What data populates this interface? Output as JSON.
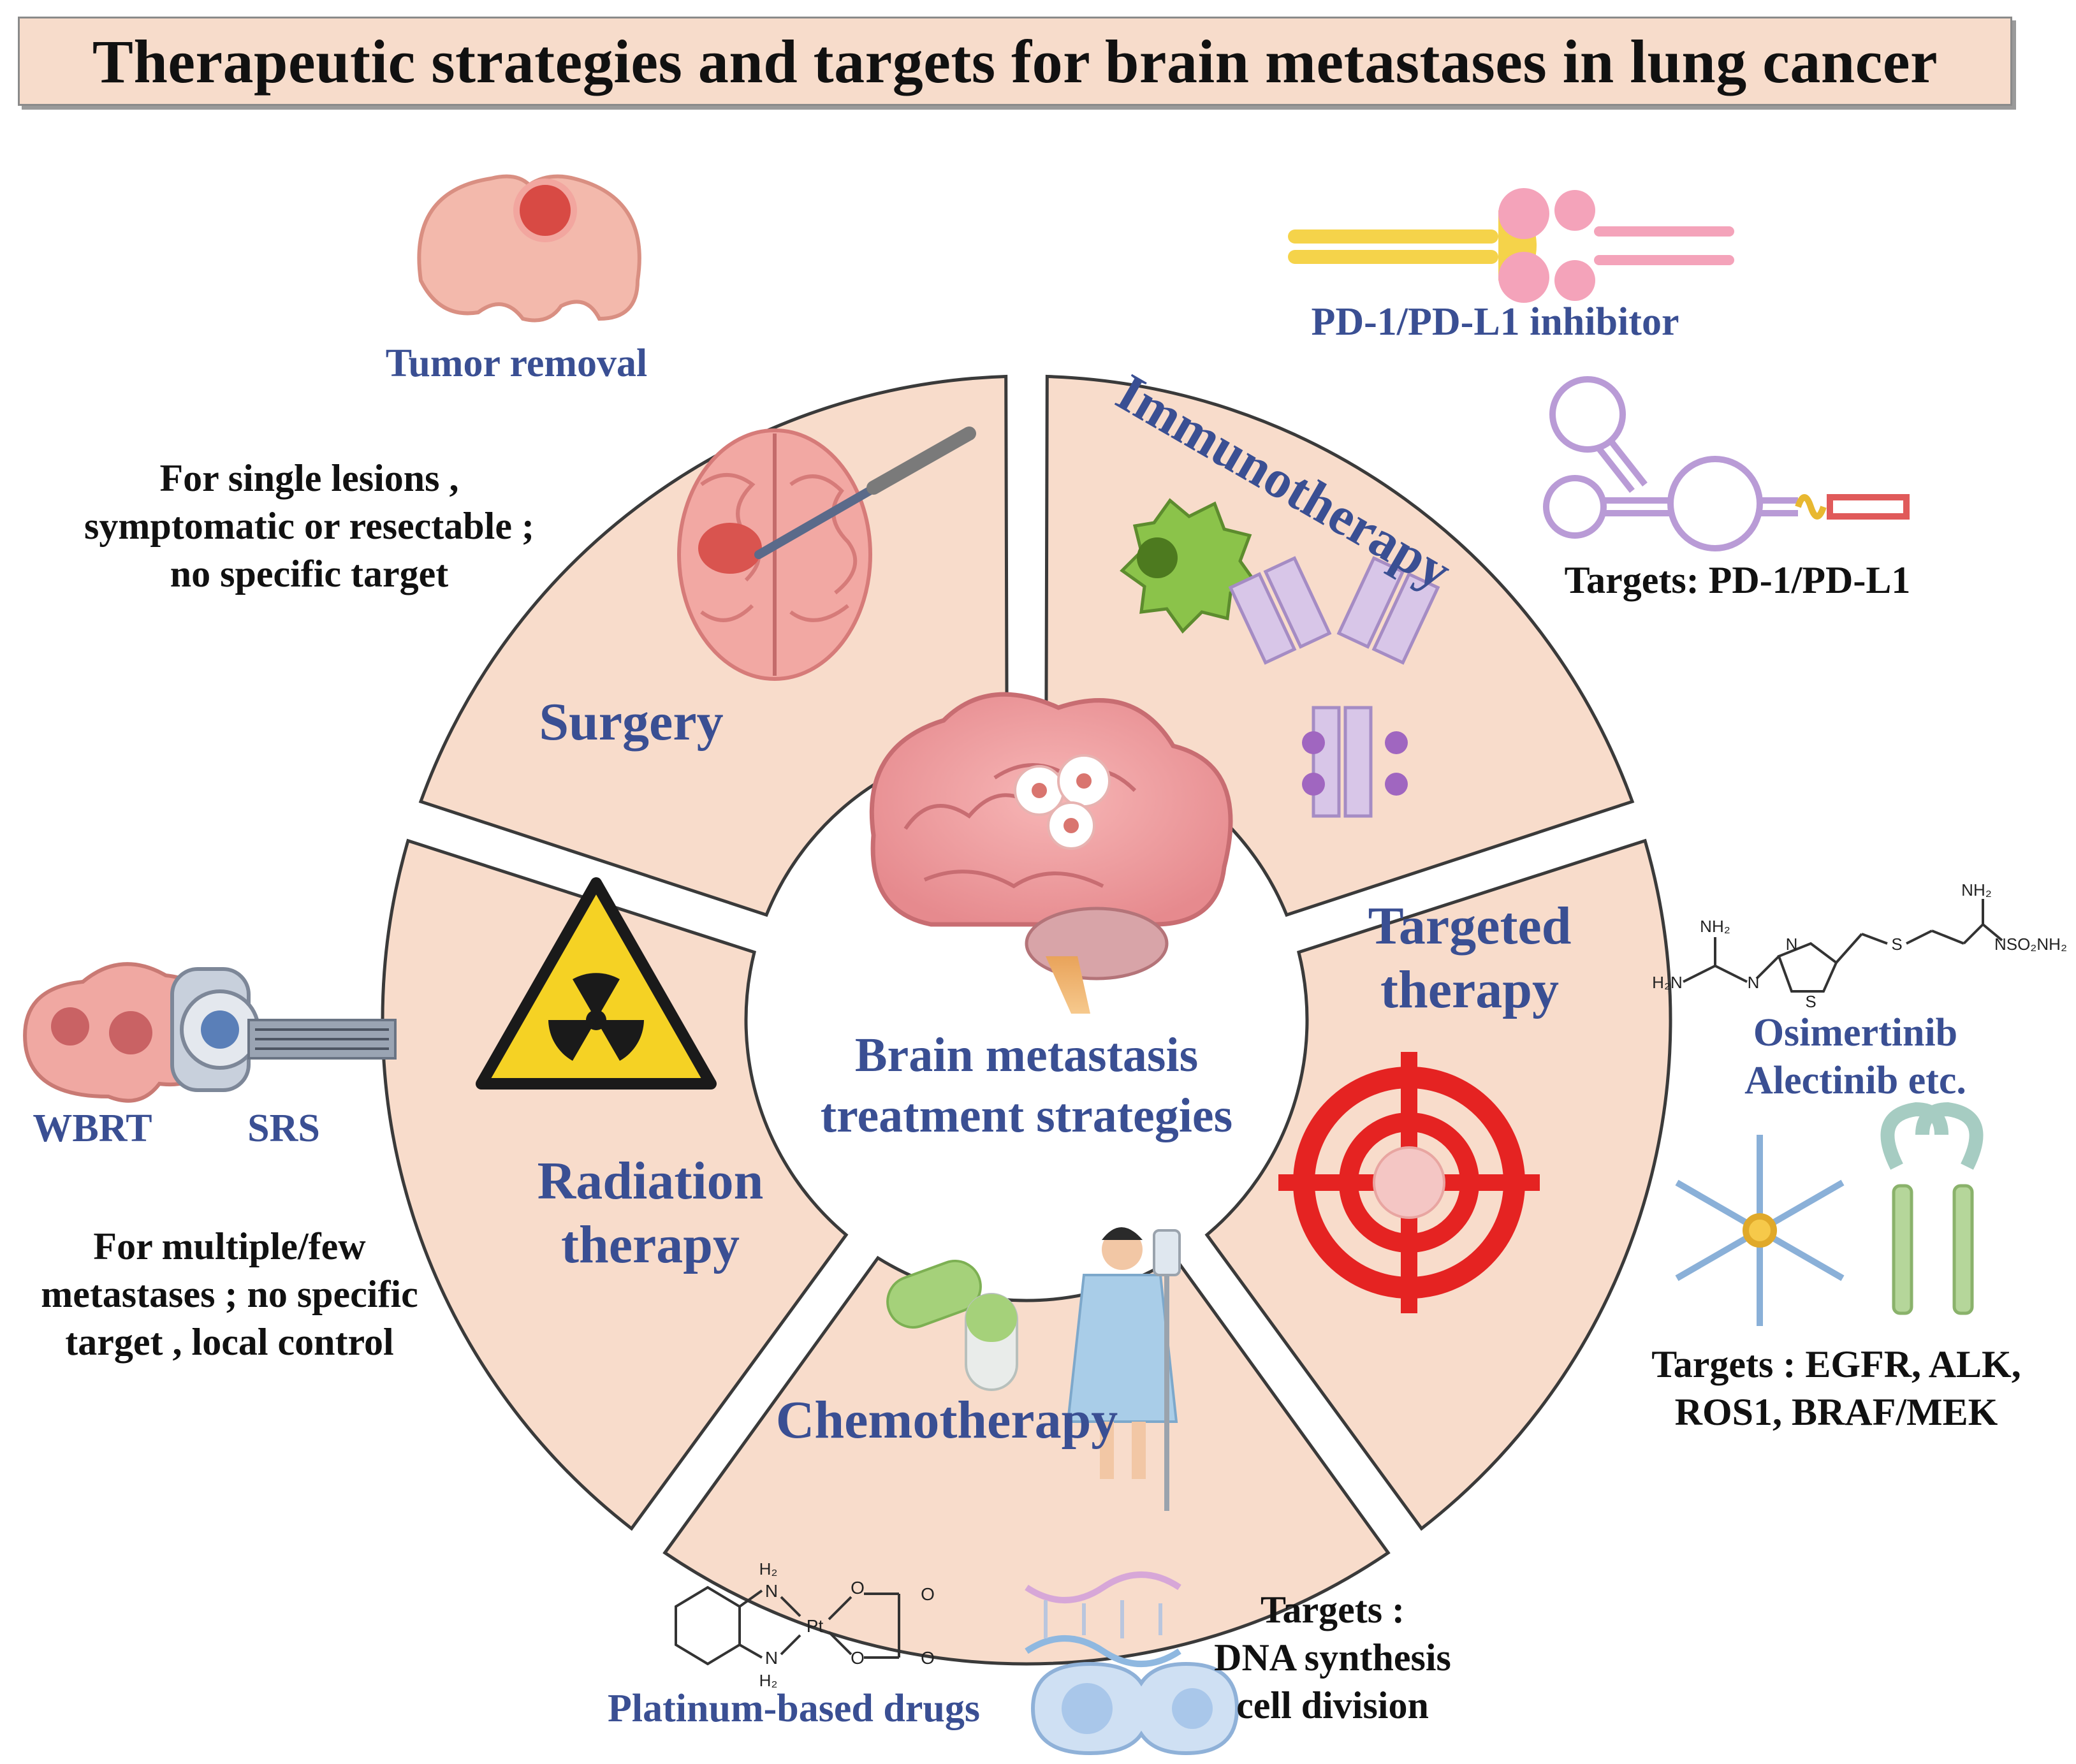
{
  "title": "Therapeutic strategies and targets for brain metastases in lung cancer",
  "center": {
    "line1": "Brain metastasis",
    "line2": "treatment strategies"
  },
  "segments": {
    "surgery": "Surgery",
    "immunotherapy": "Immunotherapy",
    "targeted_line1": "Targeted",
    "targeted_line2": "therapy",
    "chemotherapy": "Chemotherapy",
    "radiation_line1": "Radiation",
    "radiation_line2": "therapy"
  },
  "surgery_side": {
    "caption": "Tumor removal",
    "notes": [
      "For single lesions ,",
      "symptomatic or resectable ;",
      "no specific target"
    ]
  },
  "radiation_side": {
    "wbrt": "WBRT",
    "srs": "SRS",
    "notes": [
      "For multiple/few",
      "metastases ; no specific",
      "target , local control"
    ]
  },
  "immuno_side": {
    "caption": "PD-1/PD-L1 inhibitor",
    "targets": "Targets: PD-1/PD-L1"
  },
  "targeted_side": {
    "drugs": [
      "Osimertinib",
      "Alectinib etc."
    ],
    "targets": [
      "Targets : EGFR, ALK,",
      "ROS1, BRAF/MEK"
    ],
    "chem_labels": {
      "nh2_top": "NH₂",
      "nh2_left": "NH₂",
      "h2n": "H₂N",
      "n1": "N",
      "n2": "N",
      "s_ring": "S",
      "s_chain": "S",
      "nso2nh2": "NSO₂NH₂"
    }
  },
  "chemo_side": {
    "caption": "Platinum-based drugs",
    "targets": [
      "Targets :",
      "DNA synthesis",
      "cell division"
    ],
    "chem_labels": {
      "h2_top": "H₂",
      "n_top": "N",
      "pt": "Pt",
      "n_bot": "N",
      "h2_bot": "H₂",
      "o1": "O",
      "o2": "O",
      "o3": "O",
      "o4": "O"
    }
  },
  "colors": {
    "segment_fill": "#f8dccb",
    "segment_stroke": "#3a3a3a",
    "label_blue": "#3a4f93",
    "title_bg": "#f7dccb",
    "target_red": "#e52322"
  }
}
